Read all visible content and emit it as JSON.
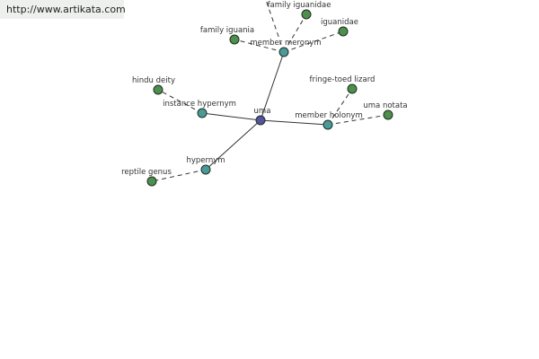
{
  "source_link": "http://www.artikata.com",
  "colors": {
    "center": "#54549e",
    "relation": "#4a9a9a",
    "leaf": "#4e8e4e"
  },
  "graph": {
    "center": "uma",
    "relations": [
      {
        "id": "member-meronym",
        "label": "member meronym"
      },
      {
        "id": "instance-hypernym",
        "label": "instance hypernym"
      },
      {
        "id": "member-holonym",
        "label": "member holonym"
      },
      {
        "id": "hypernym",
        "label": "hypernym"
      }
    ],
    "terms": [
      {
        "id": "family-iguanidae",
        "label": "family iguanidae",
        "relation": "member-meronym"
      },
      {
        "id": "iguanidae",
        "label": "iguanidae",
        "relation": "member-meronym"
      },
      {
        "id": "family-iguania",
        "label": "family iguania",
        "relation": "member-meronym"
      },
      {
        "id": "hindu-deity",
        "label": "hindu deity",
        "relation": "instance-hypernym"
      },
      {
        "id": "fringe-toed-lizard",
        "label": "fringe-toed lizard",
        "relation": "member-holonym"
      },
      {
        "id": "uma-notata",
        "label": "uma notata",
        "relation": "member-holonym"
      },
      {
        "id": "reptile-genus",
        "label": "reptile genus",
        "relation": "hypernym"
      }
    ]
  }
}
